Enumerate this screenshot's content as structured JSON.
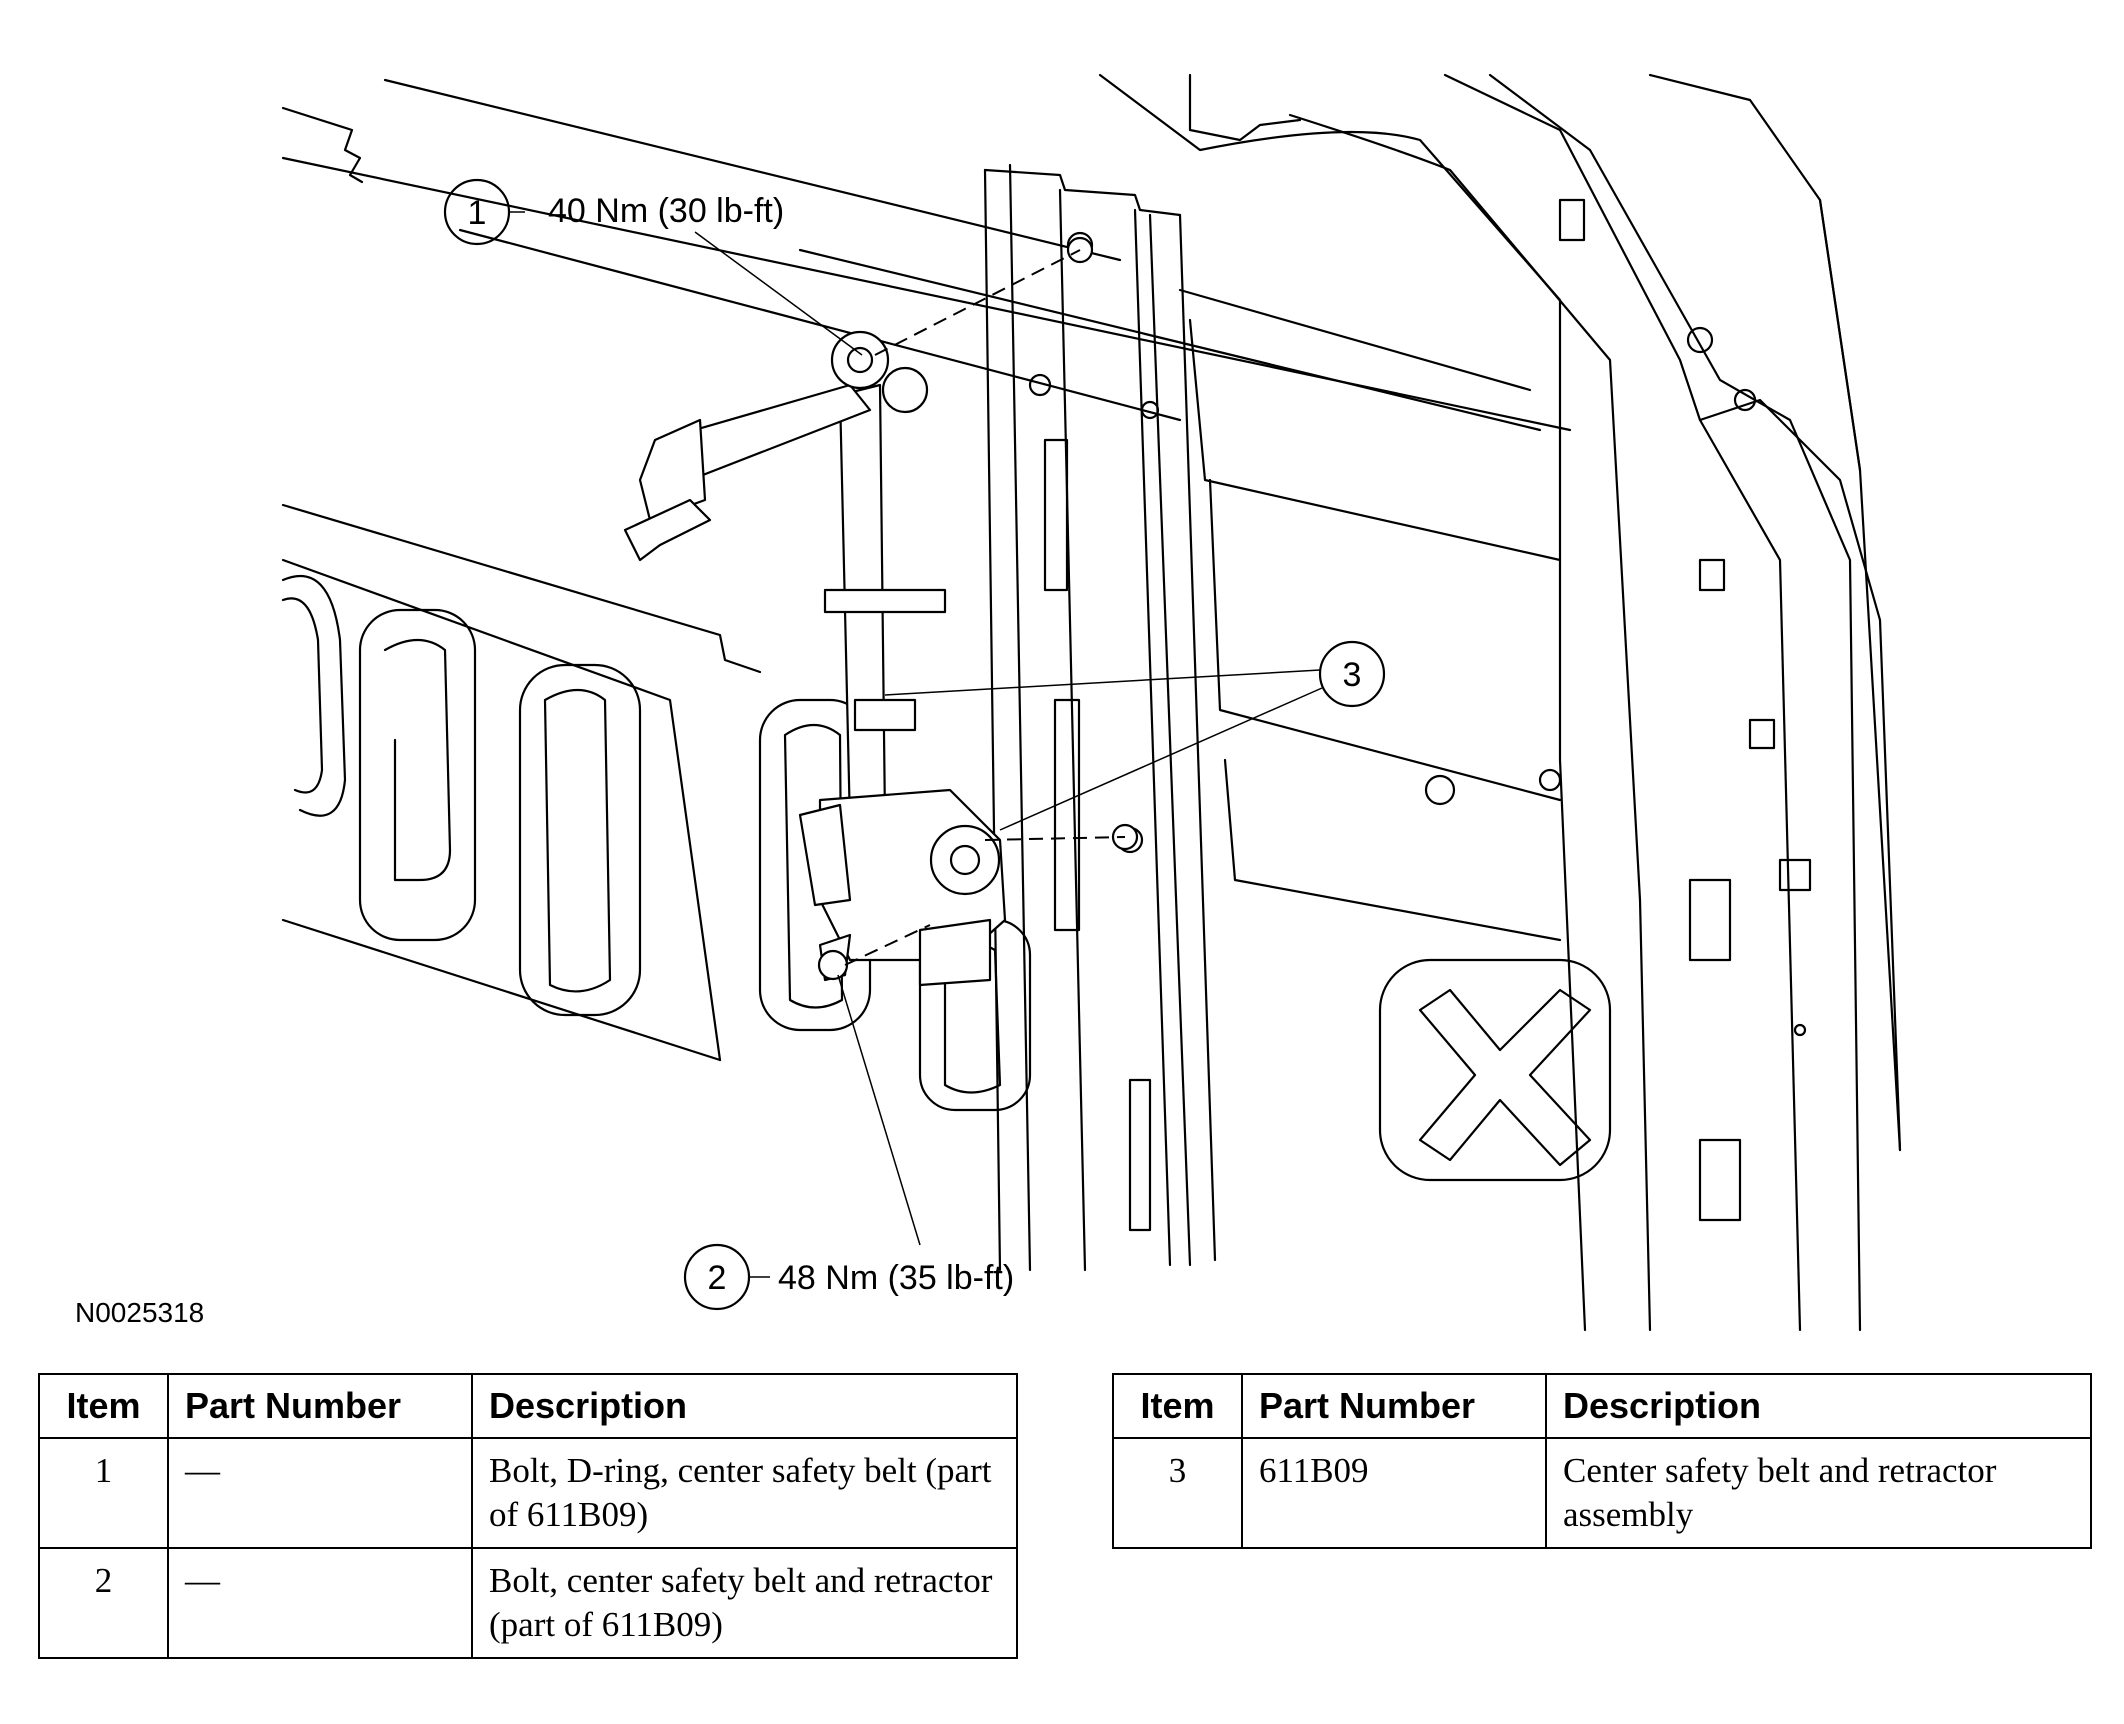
{
  "figure_id": "N0025318",
  "callouts": [
    {
      "number": "1",
      "torque": "40 Nm (30 lb-ft)"
    },
    {
      "number": "2",
      "torque": "48 Nm (35 lb-ft)"
    },
    {
      "number": "3",
      "torque": ""
    }
  ],
  "tables": [
    {
      "headers": [
        "Item",
        "Part Number",
        "Description"
      ],
      "rows": [
        {
          "item": "1",
          "part_number": "—",
          "description": "Bolt, D-ring, center safety belt (part of 611B09)"
        },
        {
          "item": "2",
          "part_number": "—",
          "description": "Bolt, center safety belt and retractor (part of 611B09)"
        }
      ]
    },
    {
      "headers": [
        "Item",
        "Part Number",
        "Description"
      ],
      "rows": [
        {
          "item": "3",
          "part_number": "611B09",
          "description": "Center safety belt and retractor assembly"
        }
      ]
    }
  ]
}
